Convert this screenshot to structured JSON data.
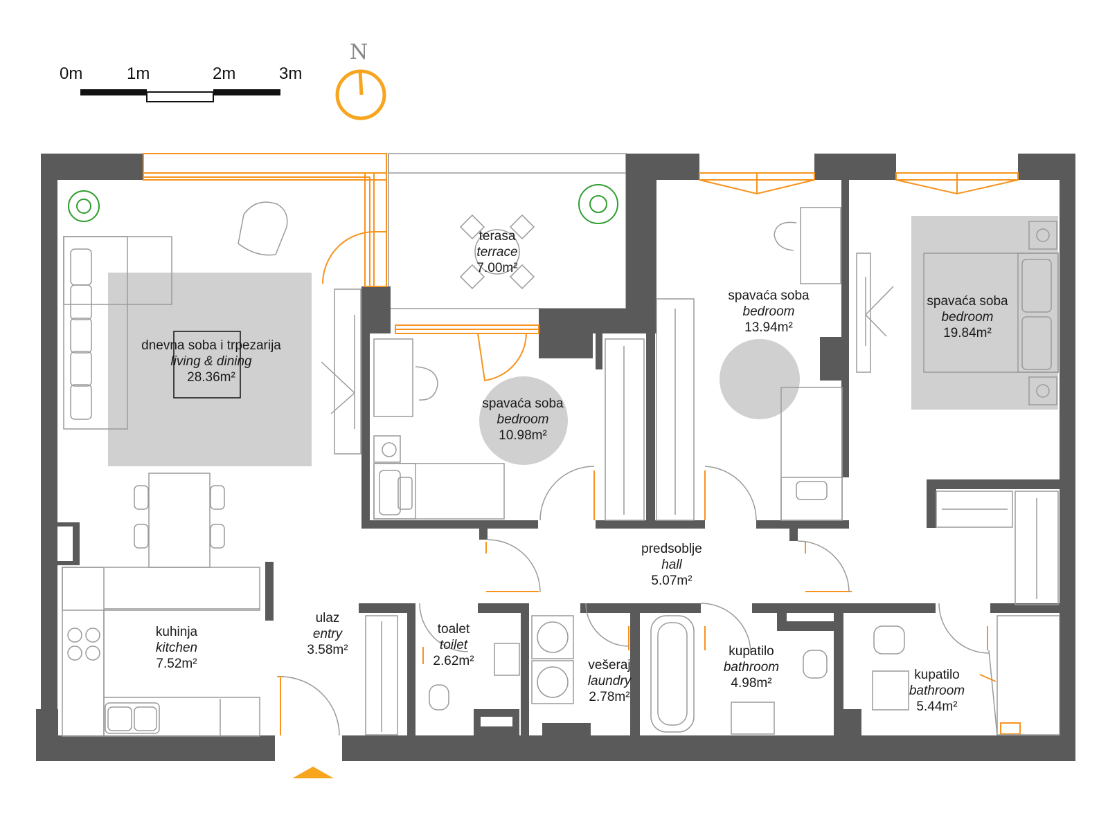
{
  "scale": {
    "labels": [
      "0m",
      "1m",
      "2m",
      "3m"
    ]
  },
  "compass": {
    "label": "N"
  },
  "colors": {
    "wall": "#5a5a5a",
    "accent": "#f7931e",
    "rug": "#d0d0d0",
    "plant": "#2f9e2f",
    "outline": "#9a9a9a"
  },
  "rooms": {
    "living": {
      "name": "dnevna soba i trpezarija",
      "name_en": "living & dining",
      "area": "28.36m²"
    },
    "terrace": {
      "name": "terasa",
      "name_en": "terrace",
      "area": "7.00m²"
    },
    "bedroom1": {
      "name": "spavaća soba",
      "name_en": "bedroom",
      "area": "10.98m²"
    },
    "bedroom2": {
      "name": "spavaća soba",
      "name_en": "bedroom",
      "area": "13.94m²"
    },
    "bedroom3": {
      "name": "spavaća soba",
      "name_en": "bedroom",
      "area": "19.84m²"
    },
    "hall": {
      "name": "predsoblje",
      "name_en": "hall",
      "area": "5.07m²"
    },
    "kitchen": {
      "name": "kuhinja",
      "name_en": "kitchen",
      "area": "7.52m²"
    },
    "entry": {
      "name": "ulaz",
      "name_en": "entry",
      "area": "3.58m²"
    },
    "toilet": {
      "name": "toalet",
      "name_en": "toilet",
      "area": "2.62m²"
    },
    "laundry": {
      "name": "vešeraj",
      "name_en": "laundry",
      "area": "2.78m²"
    },
    "bathroom1": {
      "name": "kupatilo",
      "name_en": "bathroom",
      "area": "4.98m²"
    },
    "bathroom2": {
      "name": "kupatilo",
      "name_en": "bathroom",
      "area": "5.44m²"
    }
  }
}
